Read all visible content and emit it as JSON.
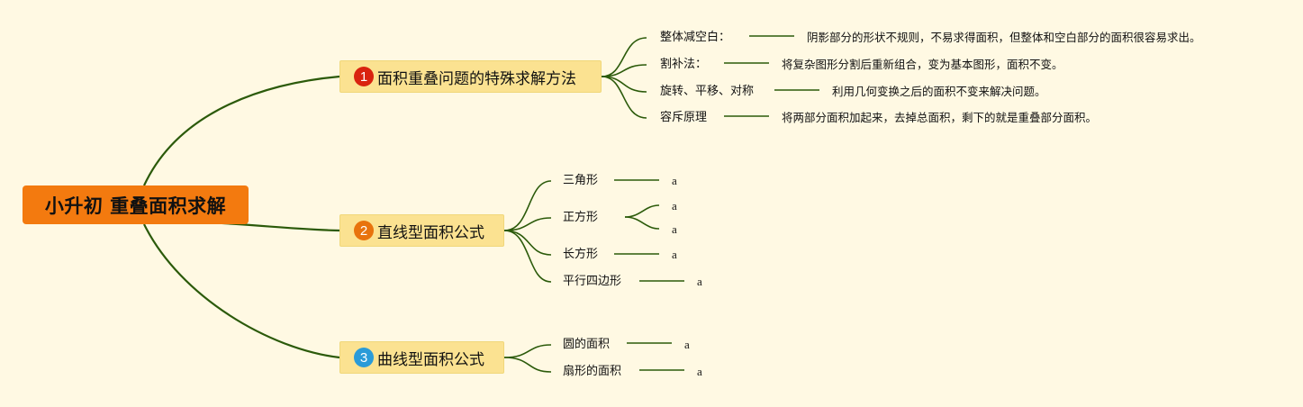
{
  "root": {
    "label": "小升初 重叠面积求解",
    "color": "#f37a0f"
  },
  "branches": [
    {
      "number": "1",
      "label": "面积重叠问题的特殊求解方法",
      "badge_color": "#d9230f",
      "children": [
        {
          "label": "整体减空白：",
          "detail": "阴影部分的形状不规则，不易求得面积，但整体和空白部分的面积很容易求出。"
        },
        {
          "label": "割补法：",
          "detail": "将复杂图形分割后重新组合，变为基本图形，面积不变。"
        },
        {
          "label": "旋转、平移、对称",
          "detail": "利用几何变换之后的面积不变来解决问题。"
        },
        {
          "label": "容斥原理",
          "detail": "将两部分面积加起来，去掉总面积，剩下的就是重叠部分面积。"
        }
      ]
    },
    {
      "number": "2",
      "label": "直线型面积公式",
      "badge_color": "#e8730c",
      "children": [
        {
          "label": "三角形",
          "values": [
            "a"
          ]
        },
        {
          "label": "正方形",
          "values": [
            "a",
            "a"
          ]
        },
        {
          "label": "长方形",
          "values": [
            "a"
          ]
        },
        {
          "label": "平行四边形",
          "values": [
            "a"
          ]
        }
      ]
    },
    {
      "number": "3",
      "label": "曲线型面积公式",
      "badge_color": "#2a9bd8",
      "children": [
        {
          "label": "圆的面积",
          "values": [
            "a"
          ]
        },
        {
          "label": "扇形的面积",
          "values": [
            "a"
          ]
        }
      ]
    }
  ],
  "colors": {
    "background": "#fff9e3",
    "line": "#2b5a0a",
    "branch_fill": "#fbe291"
  }
}
